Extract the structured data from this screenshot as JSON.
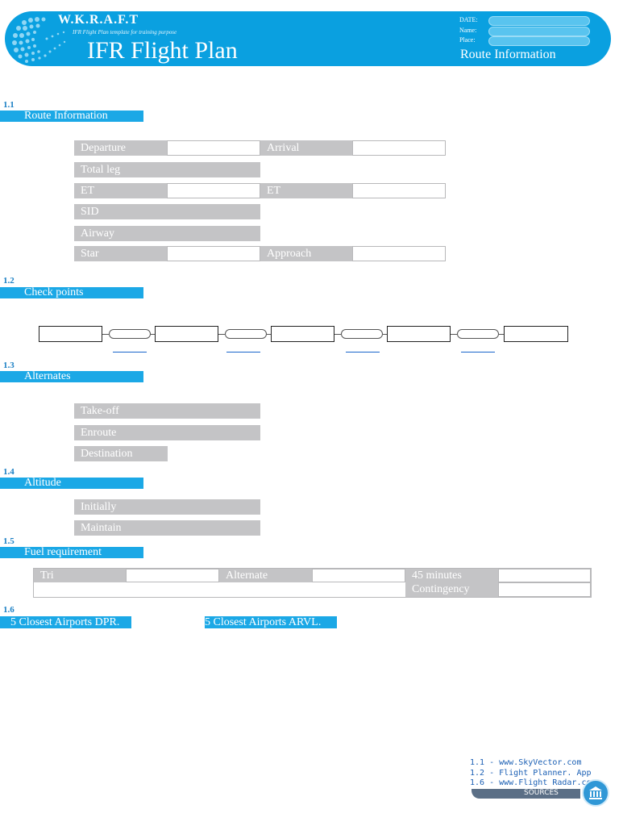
{
  "header": {
    "brand": "W.K.R.A.F.T",
    "subtitle": "IFR Flight Plan template for training purpose",
    "title": "IFR Flight Plan",
    "date_label": "DATE:",
    "name_label": "Name:",
    "place_label": "Place:",
    "section_title": "Route Information",
    "date_value": "",
    "name_value": "",
    "place_value": ""
  },
  "sections": {
    "route": {
      "number": "1.1",
      "title": "Route Information",
      "departure": "Departure",
      "arrival": "Arrival",
      "total_leg": "Total leg",
      "et1": "ET",
      "et2": "ET",
      "sid": "SID",
      "airway": "Airway",
      "star": "Star",
      "approach": "Approach"
    },
    "checkpoints": {
      "number": "1.2",
      "title": "Check points"
    },
    "alternates": {
      "number": "1.3",
      "title": "Alternates",
      "takeoff": "Take-off",
      "enroute": "Enroute",
      "destination": "Destination"
    },
    "altitude": {
      "number": "1.4",
      "title": "Altitude",
      "initially": "Initially",
      "maintain": "Maintain"
    },
    "fuel": {
      "number": "1.5",
      "title": "Fuel requirement",
      "tri": "Tri",
      "alternate": "Alternate",
      "reserve": "45 minutes",
      "contingency": "Contingency"
    },
    "closest": {
      "number": "1.6",
      "departure_title": "5 Closest Airports DPR.",
      "arrival_title": "5 Closest Airports ARVL."
    }
  },
  "sources": {
    "line1": "1.1 - www.SkyVector.com",
    "line2": "1.2 - Flight Planner. App",
    "line3": "1.6 - www.Flight Radar.com",
    "label": "SOURCES"
  },
  "colors": {
    "accent": "#1ba8e6",
    "banner": "#0aa0e0",
    "label_gray": "#c4c4c6",
    "link": "#1a5fb4"
  }
}
